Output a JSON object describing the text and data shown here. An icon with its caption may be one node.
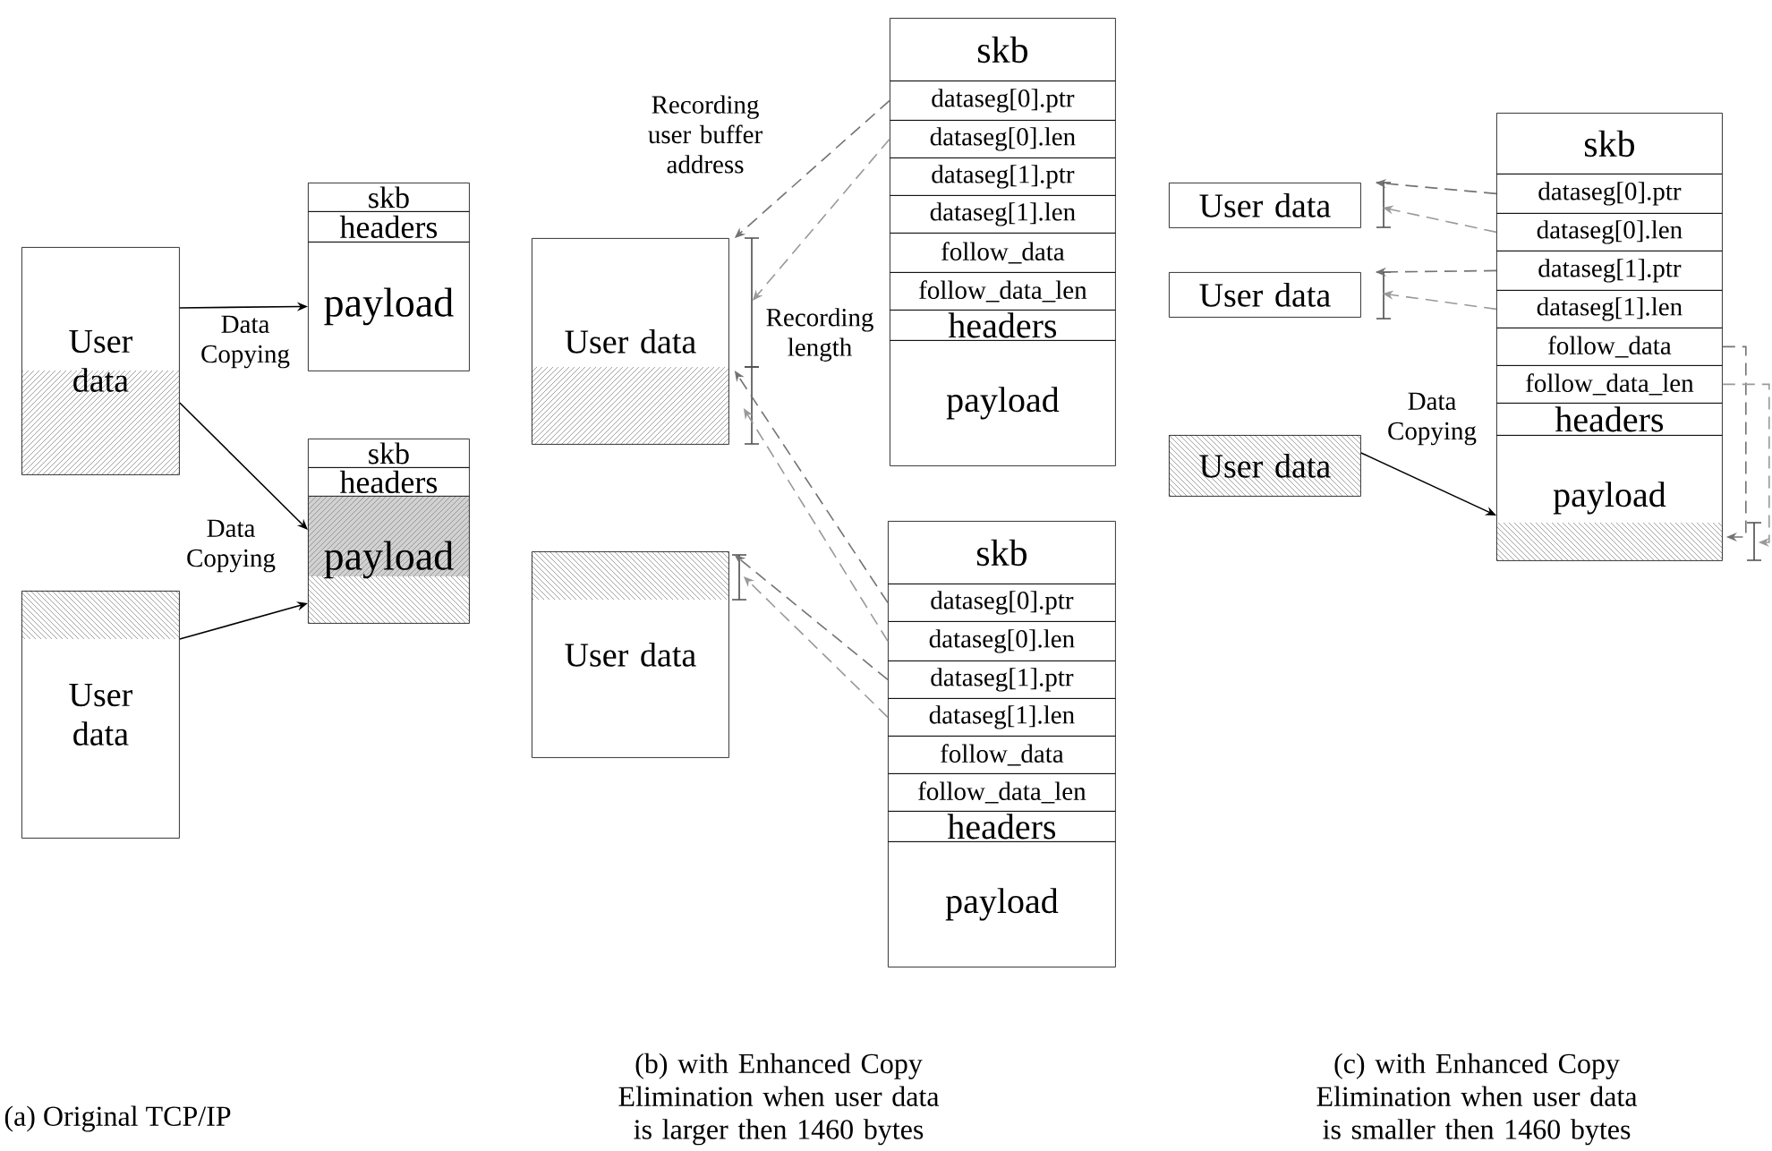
{
  "diagram": {
    "nodes": [
      {
        "text": [
          "User data"
        ]
      },
      {
        "text": [
          "skb"
        ]
      },
      {
        "text": [
          "headers"
        ]
      },
      {
        "text": [
          "payload"
        ]
      },
      {
        "text": [
          "skb"
        ]
      },
      {
        "text": [
          "headers"
        ]
      },
      {
        "text": [
          "payload"
        ]
      },
      {
        "text": [
          "User data"
        ]
      },
      {
        "text": [
          "User data"
        ]
      },
      {
        "text": [
          "skb"
        ]
      },
      {
        "text": [
          "dataseg[0].ptr"
        ]
      },
      {
        "text": [
          "dataseg[0].len"
        ]
      },
      {
        "text": [
          "dataseg[1].ptr"
        ]
      },
      {
        "text": [
          "dataseg[1].len"
        ]
      },
      {
        "text": [
          "follow_data"
        ]
      },
      {
        "text": [
          "follow_data_len"
        ]
      },
      {
        "text": [
          "headers"
        ]
      },
      {
        "text": [
          "payload"
        ]
      },
      {
        "text": [
          "User data"
        ]
      },
      {
        "text": [
          "skb"
        ]
      },
      {
        "text": [
          "dataseg[0].ptr"
        ]
      },
      {
        "text": [
          "dataseg[0].len"
        ]
      },
      {
        "text": [
          "dataseg[1].ptr"
        ]
      },
      {
        "text": [
          "dataseg[1].len"
        ]
      },
      {
        "text": [
          "follow_data"
        ]
      },
      {
        "text": [
          "follow_data_len"
        ]
      },
      {
        "text": [
          "headers"
        ]
      },
      {
        "text": [
          "payload"
        ]
      },
      {
        "text": [
          "skb"
        ]
      },
      {
        "text": [
          "dataseg[0].ptr"
        ]
      },
      {
        "text": [
          "dataseg[0].len"
        ]
      },
      {
        "text": [
          "dataseg[1].ptr"
        ]
      },
      {
        "text": [
          "dataseg[1].len"
        ]
      },
      {
        "text": [
          "follow_data"
        ]
      },
      {
        "text": [
          "follow_data_len"
        ]
      },
      {
        "text": [
          "headers"
        ]
      },
      {
        "text": [
          "payload"
        ]
      },
      {
        "text": [
          "User data"
        ]
      },
      {
        "text": [
          "User data"
        ]
      },
      {
        "text": [
          "User data"
        ]
      }
    ],
    "edges": [
      {
        "from": 0,
        "to": 3,
        "arrow": "to",
        "label": "Data Copying",
        "color": "#000000"
      },
      {
        "from": 0,
        "to": 6,
        "arrow": "to",
        "color": "#000000"
      },
      {
        "from": 7,
        "to": 6,
        "arrow": "to",
        "label": "Data Copying",
        "color": "#000000"
      },
      {
        "from": 10,
        "to": 8,
        "arrow": "to",
        "style": "dashed",
        "label": "Recording user buffer address"
      },
      {
        "from": 11,
        "to": 8,
        "arrow": "to",
        "style": "dashed",
        "color": "#999999",
        "label": "Recording length"
      },
      {
        "from": 20,
        "to": 8,
        "arrow": "to",
        "style": "dashed"
      },
      {
        "from": 21,
        "to": 8,
        "arrow": "to",
        "style": "dashed",
        "color": "#999999"
      },
      {
        "from": 22,
        "to": 18,
        "arrow": "to",
        "style": "dashed"
      },
      {
        "from": 23,
        "to": 18,
        "arrow": "to",
        "style": "dashed",
        "color": "#999999"
      },
      {
        "from": 29,
        "to": 37,
        "arrow": "to",
        "style": "dashed"
      },
      {
        "from": 30,
        "to": 37,
        "arrow": "to",
        "style": "dashed",
        "color": "#999999"
      },
      {
        "from": 31,
        "to": 38,
        "arrow": "to",
        "style": "dashed"
      },
      {
        "from": 32,
        "to": 38,
        "arrow": "to",
        "style": "dashed",
        "color": "#999999"
      },
      {
        "from": 39,
        "to": 36,
        "arrow": "to",
        "label": "Data Copying",
        "color": "#000000"
      },
      {
        "from": 33,
        "to": 36,
        "arrow": "to",
        "style": "dashed"
      },
      {
        "from": 34,
        "to": 36,
        "arrow": "to",
        "style": "dashed",
        "color": "#999999"
      }
    ],
    "labels": [
      "(a) Original TCP/IP",
      "(b) with Enhanced Copy Elimination when user data is larger then 1460 bytes",
      "(c) with Enhanced Copy Elimination when user data is smaller then 1460 bytes"
    ]
  }
}
